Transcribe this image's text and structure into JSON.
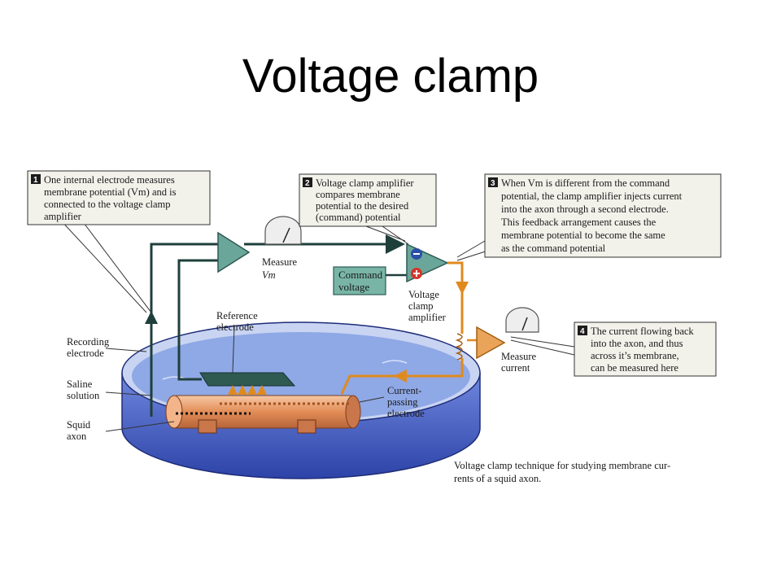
{
  "slide": {
    "title": "Voltage clamp"
  },
  "callouts": [
    {
      "number": "1",
      "lines": [
        "One internal electrode measures",
        "membrane potential (Vm) and is",
        "connected to the voltage clamp",
        "amplifier"
      ]
    },
    {
      "number": "2",
      "lines": [
        "Voltage clamp amplifier",
        "compares membrane",
        "potential to the desired",
        "(command) potential"
      ]
    },
    {
      "number": "3",
      "lines": [
        "When Vm is different from the command",
        "potential, the clamp amplifier injects current",
        "into the axon through a second electrode.",
        "This feedback arrangement causes the",
        "membrane potential to become the same",
        "as the command potential"
      ]
    },
    {
      "number": "4",
      "lines": [
        "The current flowing back",
        "into the axon, and thus",
        "across it’s membrane,",
        "can be measured here"
      ]
    }
  ],
  "labels": {
    "measure_vm": [
      "Measure",
      "Vm"
    ],
    "command_voltage": [
      "Command",
      "voltage"
    ],
    "voltage_clamp_amplifier": [
      "Voltage",
      "clamp",
      "amplifier"
    ],
    "reference_electrode": [
      "Reference",
      "electrode"
    ],
    "recording_electrode": [
      "Recording",
      "electrode"
    ],
    "saline_solution": [
      "Saline",
      "solution"
    ],
    "squid_axon": [
      "Squid",
      "axon"
    ],
    "current_passing_electrode": [
      "Current-",
      "passing",
      "electrode"
    ],
    "measure_current": [
      "Measure",
      "current"
    ]
  },
  "caption": [
    "Voltage clamp technique for studying membrane cur-",
    "rents of a squid axon."
  ],
  "colors": {
    "box_fill": "#f2f1ea",
    "number_fill": "#1c1c1c",
    "wire_dark": "#1f3f3b",
    "wire_orange": "#e08a1e",
    "amplifier": "#6aa79a",
    "command_box": "#79b5a7",
    "dish_blue": "#4a64c6",
    "saline": "#8fa8e6",
    "axon": "#e59a6a"
  }
}
